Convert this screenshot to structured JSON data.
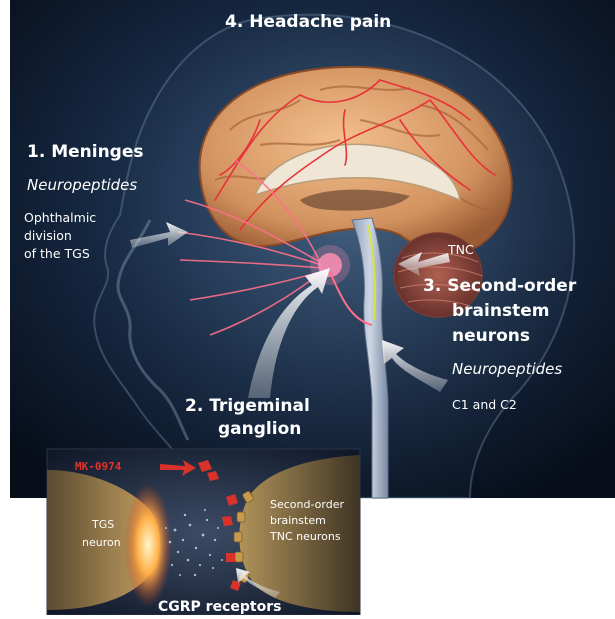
{
  "labels": {
    "headache": "4. Headache pain",
    "meninges": "1. Meninges",
    "neuropeptides_1": "Neuropeptides",
    "ophthalmic_1": "Ophthalmic",
    "ophthalmic_2": "division",
    "ophthalmic_3": "of the TGS",
    "tnc": "TNC",
    "second_order_1": "3. Second-order",
    "second_order_2": "brainstem",
    "second_order_3": "neurons",
    "neuropeptides_3": "Neuropeptides",
    "c1c2": "C1 and C2",
    "trigeminal_1": "2. Trigeminal",
    "trigeminal_2": "ganglion"
  },
  "inset": {
    "drug": "MK-0974",
    "tgs_1": "TGS",
    "tgs_2": "neuron",
    "tnc_1": "Second-order",
    "tnc_2": "brainstem",
    "tnc_3": "TNC neurons",
    "cgrp": "CGRP receptors"
  },
  "colors": {
    "background": "#0b1a2e",
    "brain": "#d89a6a",
    "vessels": "#e8323a",
    "arrow": "#e6e6e6",
    "drug": "#e0342a"
  }
}
